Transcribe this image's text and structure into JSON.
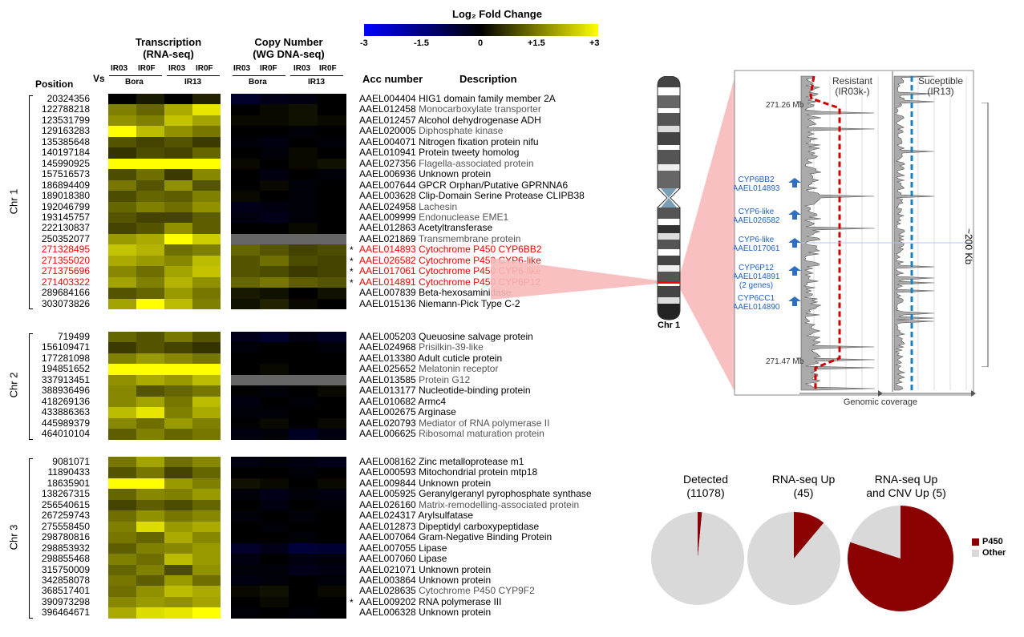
{
  "colorbar": {
    "title": "Log₂ Fold Change",
    "ticks": [
      "-3",
      "-1.5",
      "0",
      "+1.5",
      "+3"
    ]
  },
  "headers": {
    "position": "Position",
    "vs": "Vs",
    "transcription": "Transcription",
    "transcription_sub": "(RNA-seq)",
    "copy_number": "Copy Number",
    "copy_number_sub": "(WG DNA-seq)",
    "ir03": "IR03",
    "ir0f": "IR0F",
    "bora": "Bora",
    "ir13": "IR13",
    "acc": "Acc number",
    "desc": "Description"
  },
  "chromosomes": [
    {
      "label": "Chr 1",
      "rows": [
        {
          "pos": "20324356",
          "acc": "AAEL004404",
          "desc": "HIG1 domain family member 2A",
          "style": "black",
          "star": false,
          "rna": [
            0.0,
            0.3,
            0.0,
            0.4
          ],
          "cnv": [
            -0.5,
            -0.3,
            -0.2,
            0.0
          ]
        },
        {
          "pos": "122788218",
          "acc": "AAEL012458",
          "desc": "Monocarboxylate transporter",
          "style": "gray",
          "star": false,
          "rna": [
            1.5,
            1.2,
            2.0,
            2.7
          ],
          "cnv": [
            0.0,
            0.1,
            0.2,
            0.0
          ]
        },
        {
          "pos": "123531799",
          "acc": "AAEL012457",
          "desc": "Alcohol dehydrogenase ADH",
          "style": "black",
          "star": false,
          "rna": [
            1.7,
            1.5,
            2.3,
            1.9
          ],
          "cnv": [
            0.1,
            0.1,
            0.2,
            0.1
          ]
        },
        {
          "pos": "129163283",
          "acc": "AAEL020005",
          "desc": "Diphosphate kinase",
          "style": "gray",
          "star": false,
          "rna": [
            3.0,
            2.2,
            1.7,
            1.4
          ],
          "cnv": [
            0.0,
            0.0,
            -0.1,
            0.0
          ]
        },
        {
          "pos": "135385648",
          "acc": "AAEL004071",
          "desc": "Nitrogen fixation protein nifu",
          "style": "black",
          "star": false,
          "rna": [
            1.0,
            0.8,
            1.0,
            0.7
          ],
          "cnv": [
            -0.1,
            -0.2,
            0.0,
            -0.1
          ]
        },
        {
          "pos": "140197184",
          "acc": "AAEL010941",
          "desc": "Protein tweety homolog",
          "style": "black",
          "star": false,
          "rna": [
            0.6,
            0.9,
            0.8,
            1.2
          ],
          "cnv": [
            0.0,
            -0.1,
            0.1,
            0.0
          ]
        },
        {
          "pos": "145990925",
          "acc": "AAEL027356",
          "desc": "Flagella-associated protein",
          "style": "gray",
          "star": false,
          "rna": [
            3.0,
            3.0,
            3.0,
            3.0
          ],
          "cnv": [
            0.1,
            0.0,
            0.1,
            0.2
          ]
        },
        {
          "pos": "157516573",
          "acc": "AAEL006936",
          "desc": "Unknown protein",
          "style": "black",
          "star": false,
          "rna": [
            0.9,
            1.3,
            0.7,
            1.6
          ],
          "cnv": [
            0.0,
            -0.2,
            0.0,
            -0.1
          ]
        },
        {
          "pos": "186894409",
          "acc": "AAEL007644",
          "desc": "GPCR Orphan/Putative GPRNNA6",
          "style": "black",
          "star": false,
          "rna": [
            1.4,
            1.0,
            1.7,
            1.0
          ],
          "cnv": [
            0.0,
            0.1,
            -0.1,
            0.0
          ]
        },
        {
          "pos": "189018380",
          "acc": "AAEL003628",
          "desc": "Clip-Domain Serine Protease CLIPB38",
          "style": "black",
          "star": false,
          "rna": [
            0.9,
            1.2,
            1.1,
            1.5
          ],
          "cnv": [
            0.1,
            0.0,
            -0.1,
            0.0
          ]
        },
        {
          "pos": "192046799",
          "acc": "AAEL024958",
          "desc": "Lachesin",
          "style": "gray",
          "star": false,
          "rna": [
            1.2,
            1.5,
            1.3,
            1.7
          ],
          "cnv": [
            -0.3,
            -0.2,
            -0.1,
            0.0
          ]
        },
        {
          "pos": "193145757",
          "acc": "AAEL009999",
          "desc": "Endonuclease EME1",
          "style": "gray",
          "star": false,
          "rna": [
            1.0,
            0.8,
            0.8,
            1.1
          ],
          "cnv": [
            -0.2,
            -0.3,
            -0.1,
            0.0
          ]
        },
        {
          "pos": "222130837",
          "acc": "AAEL012863",
          "desc": "Acetyltransferase",
          "style": "black",
          "star": false,
          "rna": [
            0.8,
            1.0,
            1.7,
            1.1
          ],
          "cnv": [
            0.0,
            0.0,
            0.1,
            0.0
          ]
        },
        {
          "pos": "250352077",
          "acc": "AAEL021869",
          "desc": "Transmembrane protein",
          "style": "gray",
          "star": false,
          "rna": [
            1.8,
            2.0,
            3.0,
            2.4
          ],
          "cnv": null
        },
        {
          "pos": "271328495",
          "acc": "AAEL014893",
          "desc": "Cytochrome P450 CYP6BB2",
          "style": "red",
          "star": true,
          "rna": [
            2.3,
            2.1,
            1.3,
            1.5
          ],
          "cnv": [
            1.2,
            1.0,
            0.8,
            0.9
          ]
        },
        {
          "pos": "271355020",
          "acc": "AAEL026582",
          "desc": "Cytochrome P450 CYP6-like",
          "style": "red",
          "star": true,
          "rna": [
            2.0,
            1.8,
            1.6,
            2.2
          ],
          "cnv": [
            1.0,
            1.3,
            0.9,
            0.8
          ]
        },
        {
          "pos": "271375696",
          "acc": "AAEL017061",
          "desc": "Cytochrome P450 CYP6-like",
          "style": "red",
          "star": true,
          "rna": [
            1.6,
            1.3,
            1.9,
            2.3
          ],
          "cnv": [
            1.0,
            0.9,
            0.7,
            0.8
          ]
        },
        {
          "pos": "271403322",
          "acc": "AAEL014891",
          "desc": "Cytochrome P450 CYP6P12",
          "style": "red",
          "star": true,
          "rna": [
            1.9,
            1.5,
            2.1,
            1.7
          ],
          "cnv": [
            1.2,
            1.4,
            1.1,
            1.0
          ]
        },
        {
          "pos": "289684166",
          "acc": "AAEL007839",
          "desc": "Beta-hexosaminidase",
          "style": "black",
          "star": false,
          "rna": [
            1.0,
            1.2,
            1.8,
            1.4
          ],
          "cnv": [
            0.3,
            0.2,
            0.0,
            0.2
          ]
        },
        {
          "pos": "303073826",
          "acc": "AAEL015136",
          "desc": "Niemann-Pick Type C-2",
          "style": "black",
          "star": false,
          "rna": [
            1.9,
            3.0,
            2.2,
            1.5
          ],
          "cnv": [
            0.2,
            0.4,
            0.1,
            0.0
          ]
        }
      ]
    },
    {
      "label": "Chr 2",
      "rows": [
        {
          "pos": "719499",
          "acc": "AAEL005203",
          "desc": "Queuosine salvage protein",
          "style": "black",
          "star": false,
          "rna": [
            1.2,
            1.0,
            1.4,
            1.0
          ],
          "cnv": [
            -0.3,
            -0.5,
            -0.2,
            -0.4
          ]
        },
        {
          "pos": "156109471",
          "acc": "AAEL024968",
          "desc": "Prisilkin-39-like",
          "style": "gray",
          "star": false,
          "rna": [
            0.7,
            1.0,
            0.8,
            0.6
          ],
          "cnv": [
            -0.1,
            0.0,
            0.0,
            -0.1
          ]
        },
        {
          "pos": "177281098",
          "acc": "AAEL013380",
          "desc": "Adult cuticle protein",
          "style": "black",
          "star": false,
          "rna": [
            1.5,
            1.8,
            1.6,
            1.4
          ],
          "cnv": [
            0.0,
            0.0,
            0.0,
            0.0
          ]
        },
        {
          "pos": "194851652",
          "acc": "AAEL025652",
          "desc": "Melatonin receptor",
          "style": "gray",
          "star": false,
          "rna": [
            3.0,
            3.0,
            3.0,
            3.0
          ],
          "cnv": [
            0.0,
            0.1,
            0.0,
            0.0
          ]
        },
        {
          "pos": "337913451",
          "acc": "AAEL013585",
          "desc": "Protein G12",
          "style": "gray",
          "star": false,
          "rna": [
            1.7,
            2.0,
            1.8,
            2.2
          ],
          "cnv": null
        },
        {
          "pos": "388936496",
          "acc": "AAEL013177",
          "desc": "Nucleotide-binding protein",
          "style": "black",
          "star": false,
          "rna": [
            1.6,
            1.0,
            1.2,
            1.4
          ],
          "cnv": [
            0.0,
            -0.1,
            0.0,
            0.1
          ]
        },
        {
          "pos": "418269136",
          "acc": "AAEL010682",
          "desc": "Armc4",
          "style": "black",
          "star": false,
          "rna": [
            1.6,
            1.9,
            1.4,
            2.2
          ],
          "cnv": [
            -0.2,
            0.0,
            -0.1,
            0.0
          ]
        },
        {
          "pos": "433886363",
          "acc": "AAEL002675",
          "desc": "Arginase",
          "style": "black",
          "star": false,
          "rna": [
            2.2,
            2.7,
            1.5,
            2.0
          ],
          "cnv": [
            -0.1,
            -0.1,
            0.0,
            0.0
          ]
        },
        {
          "pos": "445989379",
          "acc": "AAEL020793",
          "desc": "Mediator of RNA polymerase II",
          "style": "gray",
          "star": false,
          "rna": [
            1.6,
            1.3,
            1.8,
            1.5
          ],
          "cnv": [
            0.0,
            0.1,
            0.0,
            0.1
          ]
        },
        {
          "pos": "464010104",
          "acc": "AAEL006625",
          "desc": "Ribosomal maturation protein",
          "style": "gray",
          "star": false,
          "rna": [
            1.1,
            1.5,
            1.2,
            1.4
          ],
          "cnv": [
            -0.2,
            -0.1,
            -0.4,
            -0.2
          ]
        }
      ]
    },
    {
      "label": "Chr 3",
      "rows": [
        {
          "pos": "9081071",
          "acc": "AAEL008162",
          "desc": "Zinc metalloprotease m1",
          "style": "black",
          "star": false,
          "rna": [
            1.4,
            1.9,
            1.3,
            1.6
          ],
          "cnv": [
            -0.2,
            -0.1,
            -0.2,
            -0.3
          ]
        },
        {
          "pos": "11890433",
          "acc": "AAEL000593",
          "desc": "Mitochondrial protein mtp18",
          "style": "black",
          "star": false,
          "rna": [
            1.0,
            1.4,
            0.8,
            1.2
          ],
          "cnv": [
            0.0,
            0.0,
            -0.1,
            0.0
          ]
        },
        {
          "pos": "18635901",
          "acc": "AAEL009844",
          "desc": "Unknown protein",
          "style": "black",
          "star": false,
          "rna": [
            3.0,
            3.0,
            1.8,
            1.5
          ],
          "cnv": [
            0.2,
            0.1,
            0.0,
            0.1
          ]
        },
        {
          "pos": "138267315",
          "acc": "AAEL005925",
          "desc": "Geranylgeranyl pyrophosphate synthase",
          "style": "black",
          "star": false,
          "rna": [
            1.2,
            1.6,
            1.5,
            1.8
          ],
          "cnv": [
            -0.1,
            -0.3,
            -0.1,
            -0.2
          ]
        },
        {
          "pos": "256540615",
          "acc": "AAEL026160",
          "desc": "Matrix-remodelling-associated protein",
          "style": "gray",
          "star": false,
          "rna": [
            0.8,
            1.1,
            0.9,
            1.2
          ],
          "cnv": [
            0.0,
            -0.2,
            0.0,
            -0.1
          ]
        },
        {
          "pos": "267259743",
          "acc": "AAEL024317",
          "desc": "Arylsulfatase",
          "style": "black",
          "star": false,
          "rna": [
            1.3,
            1.7,
            1.4,
            1.6
          ],
          "cnv": [
            -0.1,
            0.0,
            -0.1,
            0.0
          ]
        },
        {
          "pos": "275558450",
          "acc": "AAEL012873",
          "desc": "Dipeptidyl carboxypeptidase",
          "style": "black",
          "star": false,
          "rna": [
            1.5,
            2.6,
            1.8,
            2.0
          ],
          "cnv": [
            0.0,
            -0.1,
            0.0,
            0.0
          ]
        },
        {
          "pos": "298780816",
          "acc": "AAEL007064",
          "desc": "Gram-Negative Binding Protein",
          "style": "black",
          "star": false,
          "rna": [
            1.4,
            1.2,
            2.0,
            1.6
          ],
          "cnv": [
            0.0,
            0.0,
            -0.1,
            0.0
          ]
        },
        {
          "pos": "298853932",
          "acc": "AAEL007055",
          "desc": "Lipase",
          "style": "black",
          "star": false,
          "rna": [
            1.1,
            1.5,
            1.6,
            1.8
          ],
          "cnv": [
            -0.5,
            -0.3,
            -0.7,
            -0.6
          ]
        },
        {
          "pos": "298855468",
          "acc": "AAEL007060",
          "desc": "Lipase",
          "style": "black",
          "star": false,
          "rna": [
            1.5,
            1.3,
            2.2,
            1.8
          ],
          "cnv": [
            -0.2,
            0.0,
            -0.2,
            -0.1
          ]
        },
        {
          "pos": "315750009",
          "acc": "AAEL021071",
          "desc": "Unknown protein",
          "style": "black",
          "star": false,
          "rna": [
            1.2,
            1.5,
            0.9,
            1.7
          ],
          "cnv": [
            -0.1,
            -0.1,
            -0.3,
            -0.2
          ]
        },
        {
          "pos": "342858078",
          "acc": "AAEL003864",
          "desc": "Unknown protein",
          "style": "black",
          "star": false,
          "rna": [
            1.4,
            1.1,
            1.8,
            1.3
          ],
          "cnv": [
            -0.2,
            -0.1,
            0.0,
            -0.1
          ]
        },
        {
          "pos": "368517401",
          "acc": "AAEL028635",
          "desc": "Cytochrome P450 CYP9F2",
          "style": "gray",
          "star": false,
          "rna": [
            1.3,
            1.7,
            2.2,
            2.0
          ],
          "cnv": [
            0.1,
            0.2,
            0.0,
            0.1
          ]
        },
        {
          "pos": "390973298",
          "acc": "AAEL009202",
          "desc": "RNA polymerase III",
          "style": "black",
          "star": true,
          "rna": [
            1.6,
            1.8,
            1.7,
            1.9
          ],
          "cnv": [
            0.0,
            0.1,
            0.0,
            0.0
          ]
        },
        {
          "pos": "396464671",
          "acc": "AAEL006328",
          "desc": "Unknown protein",
          "style": "black",
          "star": false,
          "rna": [
            2.0,
            2.6,
            2.7,
            3.0
          ],
          "cnv": [
            -0.1,
            0.0,
            -0.1,
            0.0
          ]
        }
      ]
    }
  ],
  "ideogram": {
    "label": "Chr 1"
  },
  "coverage": {
    "resistant_title": "Resistant",
    "resistant_sub": "(IR03k-)",
    "susceptible_title": "Suceptible",
    "susceptible_sub": "(IR13)",
    "mb_top": "271.26 Mb",
    "mb_bottom": "271.47 Mb",
    "xlabel": "Genomic coverage",
    "span_label": "~200 Kb",
    "genes": [
      {
        "name": "CYP6BB2",
        "acc": "AAEL014893"
      },
      {
        "name": "CYP6-like",
        "acc": "AAEL026582"
      },
      {
        "name": "CYP6-like",
        "acc": "AAEL017061"
      },
      {
        "name": "CYP6P12",
        "acc": "AAEL014891",
        "extra": "(2 genes)"
      },
      {
        "name": "CYP6CC1",
        "acc": "AAEL014890"
      }
    ],
    "colors": {
      "resistant": "#cc0000",
      "susceptible": "#1a7fc1",
      "gene_text": "#1f5fbf",
      "arrow": "#2e6fc4"
    }
  },
  "chart_data": [
    {
      "type": "heatmap",
      "title": "Log₂ Fold Change",
      "colorscale": {
        "min": -3,
        "mid": 0,
        "max": 3,
        "colors": [
          "#0000ff",
          "#000000",
          "#ffff00"
        ]
      },
      "columns": [
        "Transcription IR03 vs Bora",
        "Transcription IR0F vs Bora",
        "Transcription IR03 vs IR13",
        "Transcription IR0F vs IR13",
        "Copy Number IR03 vs Bora",
        "Copy Number IR0F vs Bora",
        "Copy Number IR03 vs IR13",
        "Copy Number IR0F vs IR13"
      ]
    },
    {
      "type": "pie",
      "title": "Detected",
      "subtitle": "(11078)",
      "slices": [
        {
          "label": "P450",
          "value": 1.5
        },
        {
          "label": "Other",
          "value": 98.5
        }
      ]
    },
    {
      "type": "pie",
      "title": "RNA-seq Up",
      "subtitle": "(45)",
      "slices": [
        {
          "label": "P450",
          "value": 11.1
        },
        {
          "label": "Other",
          "value": 88.9
        }
      ]
    },
    {
      "type": "pie",
      "title": "RNA-seq Up",
      "subtitle": "and CNV Up (5)",
      "slices": [
        {
          "label": "P450",
          "value": 80
        },
        {
          "label": "Other",
          "value": 20
        }
      ]
    }
  ],
  "pie_legend": [
    {
      "label": "P450",
      "color": "#8b0000"
    },
    {
      "label": "Other",
      "color": "#d9d9d9"
    }
  ]
}
